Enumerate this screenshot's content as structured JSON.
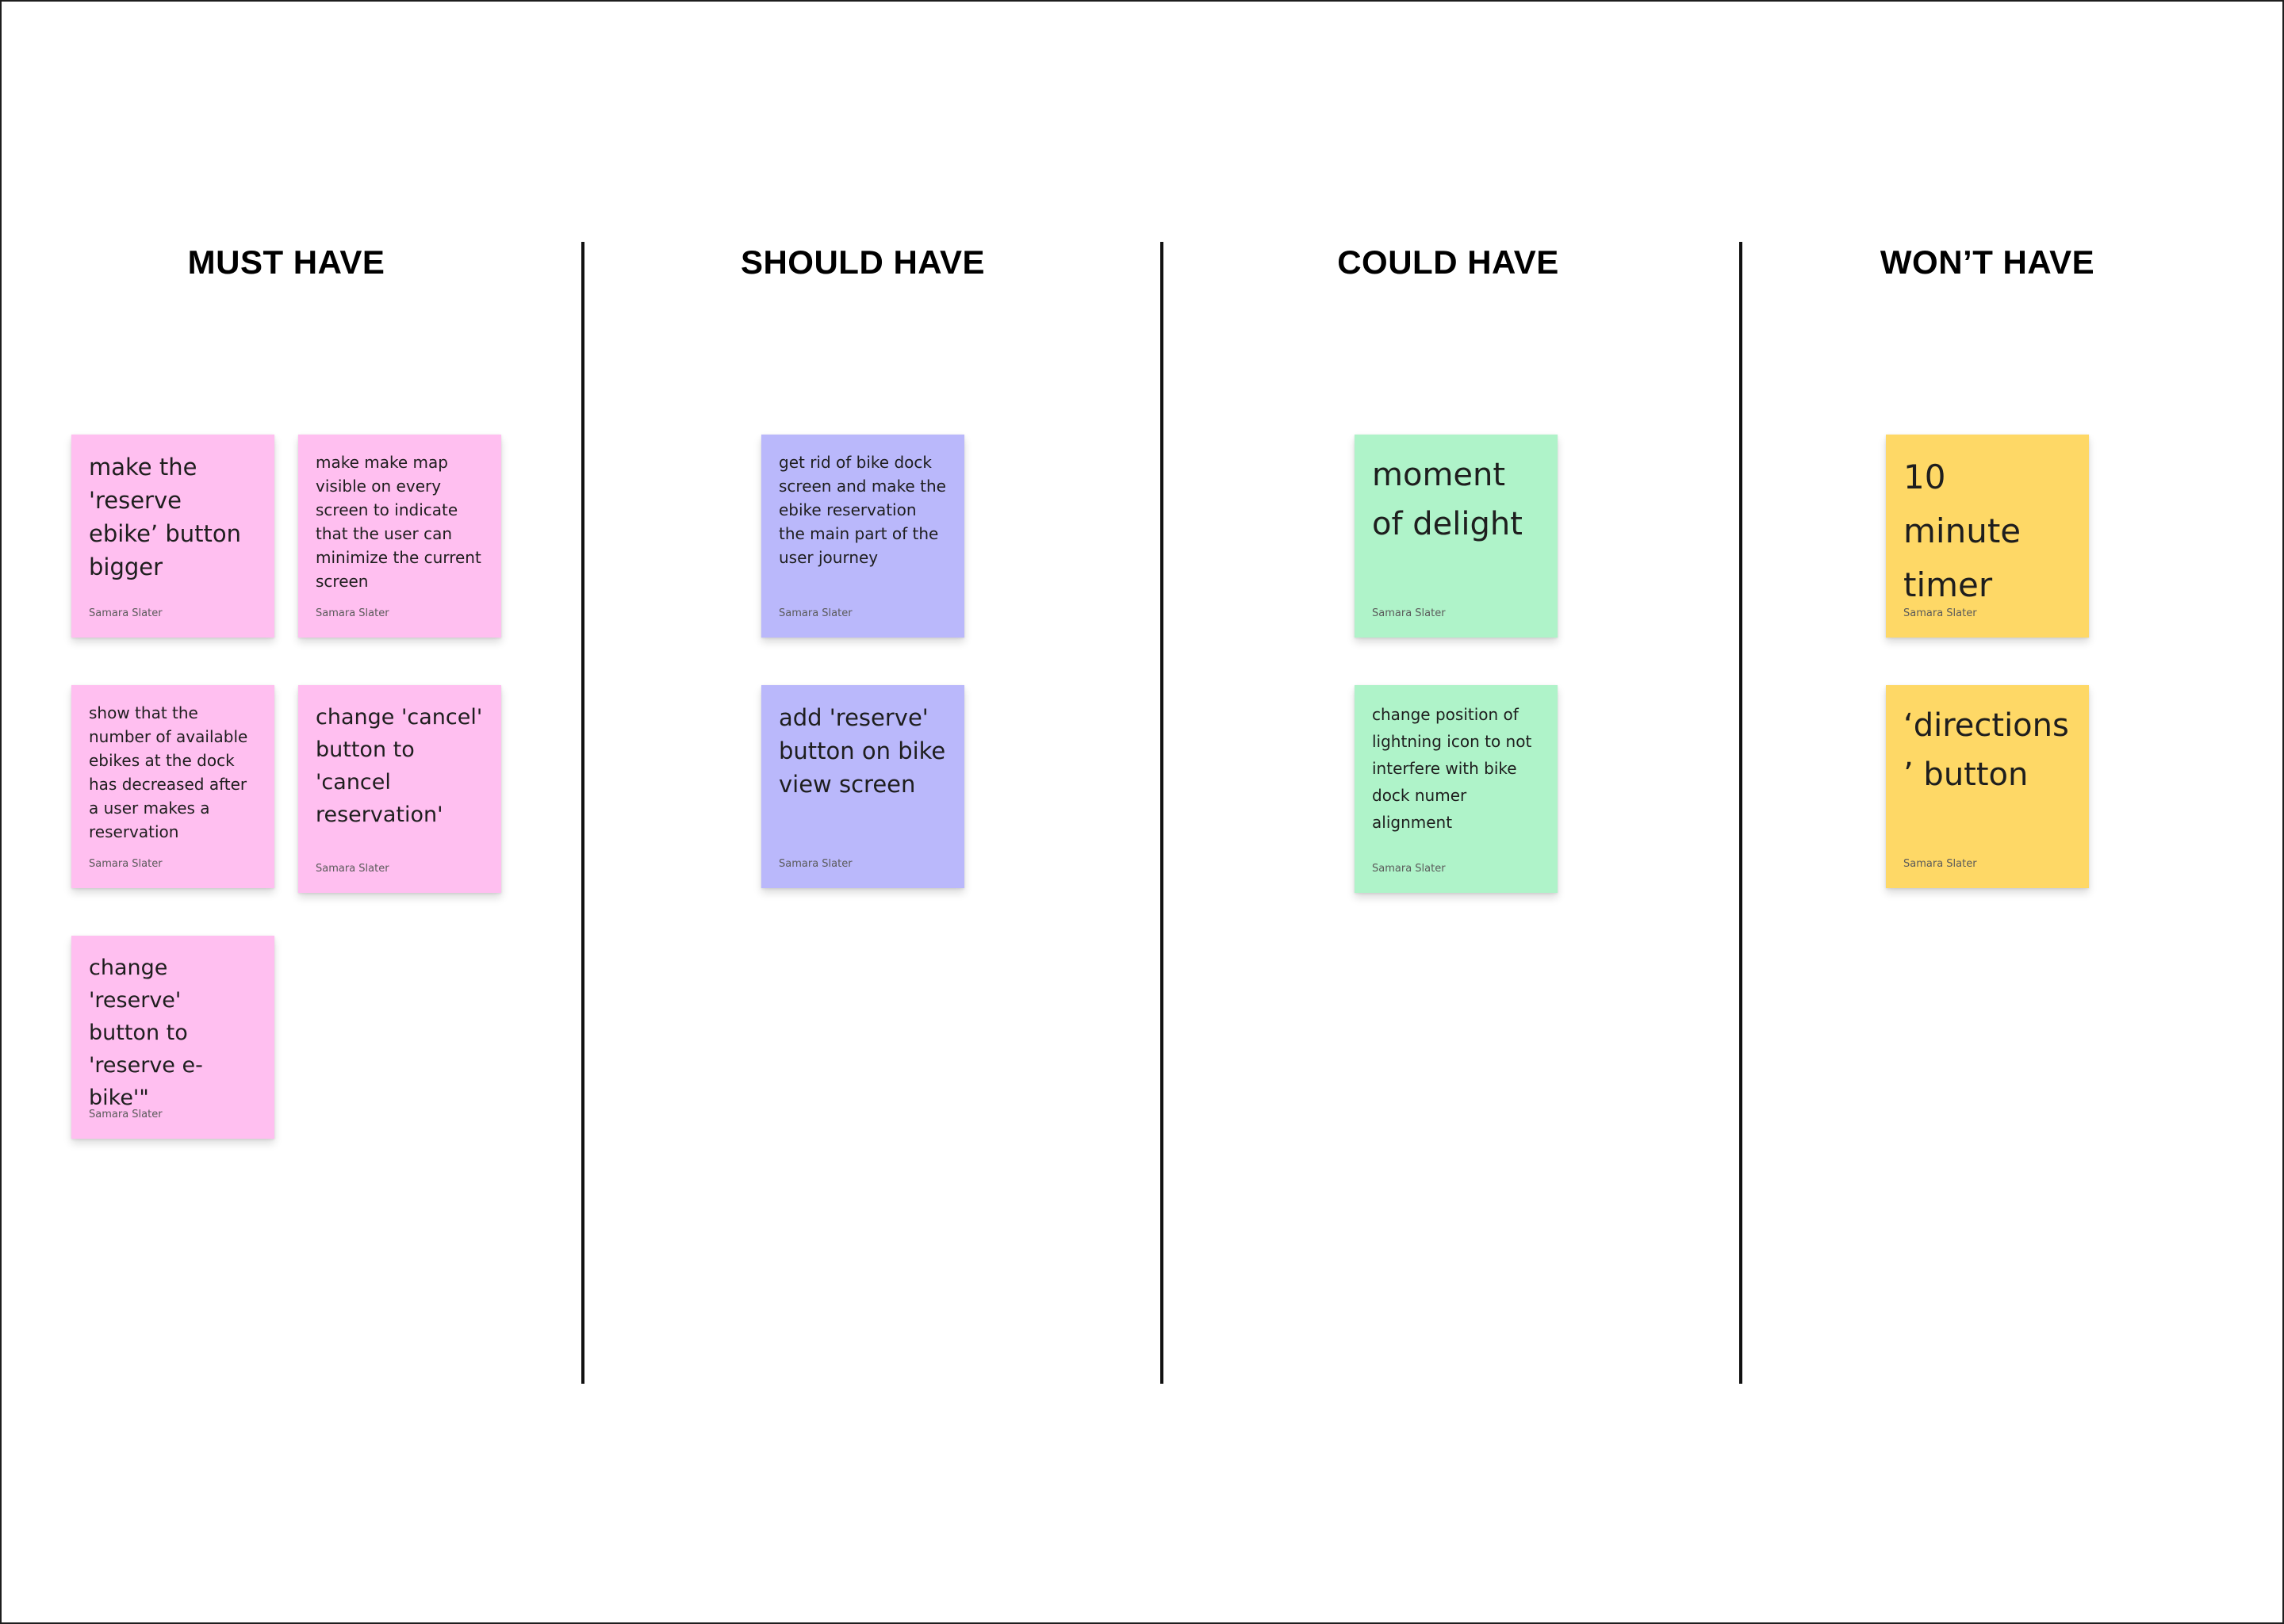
{
  "colors": {
    "pink": "#ffbff0",
    "violet": "#bab8fb",
    "green": "#aff3c9",
    "yellow": "#fed866",
    "border": "#1e1e1e"
  },
  "columns": [
    {
      "title": "MUST HAVE",
      "color": "pink",
      "notes": [
        {
          "text": "make the 'reserve ebike’ button bigger",
          "author": "Samara Slater"
        },
        {
          "text": "make make map visible on every screen to indicate that the user can minimize the current screen",
          "author": "Samara Slater"
        },
        {
          "text": "show that the number of available ebikes at the dock has decreased after a user makes a reservation",
          "author": "Samara Slater"
        },
        {
          "text": "change 'cancel' button to 'cancel reservation'",
          "author": "Samara Slater"
        },
        {
          "text": "change 'reserve' button to 'reserve e-bike'\"",
          "author": "Samara Slater"
        }
      ]
    },
    {
      "title": "SHOULD HAVE",
      "color": "violet",
      "notes": [
        {
          "text": "get rid of bike dock screen and make the ebike reservation the main part of the user journey",
          "author": "Samara Slater"
        },
        {
          "text": "add 'reserve' button on bike view screen",
          "author": "Samara Slater"
        }
      ]
    },
    {
      "title": "COULD HAVE",
      "color": "green",
      "notes": [
        {
          "text": "moment of delight",
          "author": "Samara Slater"
        },
        {
          "text": "change position of lightning icon to not interfere with bike dock numer alignment",
          "author": "Samara Slater"
        }
      ]
    },
    {
      "title": "WON’T HAVE",
      "color": "yellow",
      "notes": [
        {
          "text": "10 minute timer",
          "author": "Samara Slater"
        },
        {
          "text": "‘directions’ button",
          "author": "Samara Slater"
        }
      ]
    }
  ]
}
